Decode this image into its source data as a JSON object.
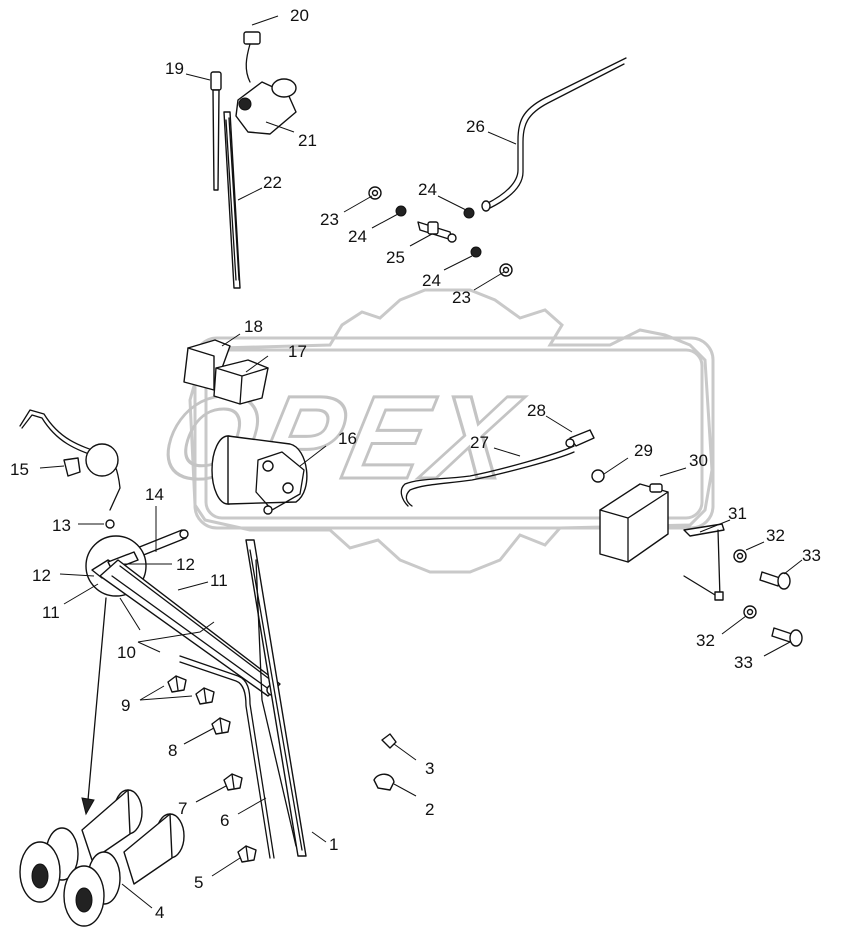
{
  "watermark": {
    "text": "OPEX"
  },
  "callouts": [
    {
      "id": "c1",
      "label": "1"
    },
    {
      "id": "c2",
      "label": "2"
    },
    {
      "id": "c3",
      "label": "3"
    },
    {
      "id": "c4",
      "label": "4"
    },
    {
      "id": "c5",
      "label": "5"
    },
    {
      "id": "c6",
      "label": "6"
    },
    {
      "id": "c7",
      "label": "7"
    },
    {
      "id": "c8",
      "label": "8"
    },
    {
      "id": "c9",
      "label": "9"
    },
    {
      "id": "c10",
      "label": "10"
    },
    {
      "id": "c11a",
      "label": "11"
    },
    {
      "id": "c11b",
      "label": "11"
    },
    {
      "id": "c12a",
      "label": "12"
    },
    {
      "id": "c12b",
      "label": "12"
    },
    {
      "id": "c13",
      "label": "13"
    },
    {
      "id": "c14",
      "label": "14"
    },
    {
      "id": "c15",
      "label": "15"
    },
    {
      "id": "c16",
      "label": "16"
    },
    {
      "id": "c17",
      "label": "17"
    },
    {
      "id": "c18",
      "label": "18"
    },
    {
      "id": "c19",
      "label": "19"
    },
    {
      "id": "c20",
      "label": "20"
    },
    {
      "id": "c21",
      "label": "21"
    },
    {
      "id": "c22",
      "label": "22"
    },
    {
      "id": "c23a",
      "label": "23"
    },
    {
      "id": "c23b",
      "label": "23"
    },
    {
      "id": "c24a",
      "label": "24"
    },
    {
      "id": "c24b",
      "label": "24"
    },
    {
      "id": "c24c",
      "label": "24"
    },
    {
      "id": "c25",
      "label": "25"
    },
    {
      "id": "c26",
      "label": "26"
    },
    {
      "id": "c27",
      "label": "27"
    },
    {
      "id": "c28",
      "label": "28"
    },
    {
      "id": "c29",
      "label": "29"
    },
    {
      "id": "c30",
      "label": "30"
    },
    {
      "id": "c31",
      "label": "31"
    },
    {
      "id": "c32a",
      "label": "32"
    },
    {
      "id": "c32b",
      "label": "32"
    },
    {
      "id": "c33a",
      "label": "33"
    },
    {
      "id": "c33b",
      "label": "33"
    }
  ]
}
